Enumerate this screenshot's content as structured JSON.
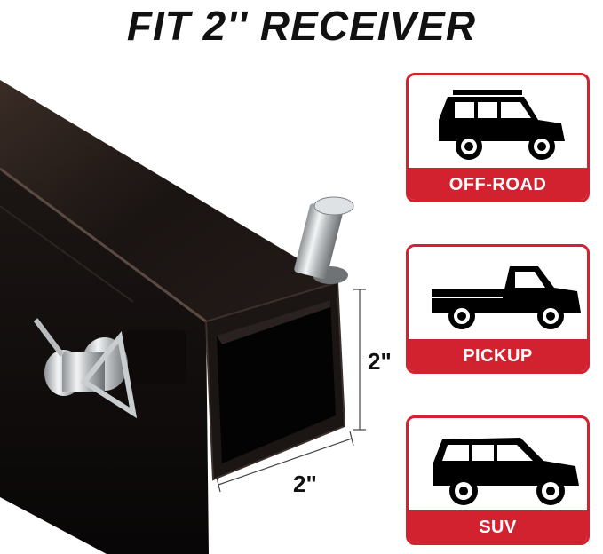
{
  "title": "FIT 2'' RECEIVER",
  "dimensions": {
    "height_label": "2\"",
    "width_label": "2\""
  },
  "cards": [
    {
      "label": "OFF-ROAD",
      "icon": "offroad-vehicle-icon"
    },
    {
      "label": "PICKUP",
      "icon": "pickup-truck-icon"
    },
    {
      "label": "SUV",
      "icon": "suv-vehicle-icon"
    }
  ],
  "colors": {
    "accent": "#d3222f",
    "tube": "#141010",
    "text": "#111111"
  }
}
